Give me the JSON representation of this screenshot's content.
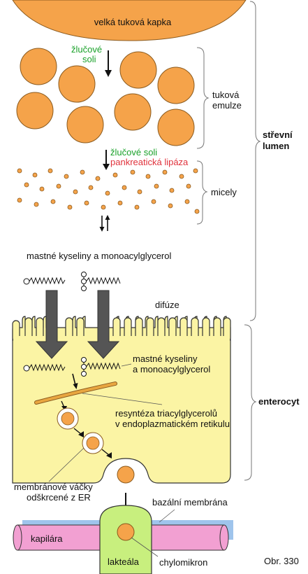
{
  "labels": {
    "big_droplet": "velká tuková kapka",
    "bile_salts_1_line1": "žlučové",
    "bile_salts_1_line2": "soli",
    "emulsion_line1": "tuková",
    "emulsion_line2": "emulze",
    "bile_salts_2": "žlučové soli",
    "pancreatic_lipase": "pankreatická lipáza",
    "micelles": "micely",
    "fatty_acids_top": "mastné kyseliny a monoacylglycerol",
    "diffusion": "difúze",
    "fatty_acids_cell_line1": "mastné kyseliny",
    "fatty_acids_cell_line2": "a monoacylglycerol",
    "resynthesis_line1": "resyntéza triacylglycerolů",
    "resynthesis_line2": "v endoplazmatickém retikulu",
    "vesicles_line1": "membránové váčky",
    "vesicles_line2": "odškrcené z ER",
    "basal_membrane": "bazální membrána",
    "capillary": "kapilára",
    "lacteal": "lakteála",
    "chylomicron": "chylomikron",
    "figure_number": "Obr. 330",
    "intestinal_lumen_line1": "střevní",
    "intestinal_lumen_line2": "lumen",
    "enterocyte": "enterocyt"
  },
  "colors": {
    "fat_orange": "#f5a34a",
    "fat_outline": "#8a5a1e",
    "cell_yellow": "#fbf4a4",
    "capillary_pink": "#f2a0d2",
    "lacteal_green": "#c8ef7e",
    "membrane_blue": "#9fc4ec",
    "er_orange": "#e8a640",
    "bile_green": "#1aa12a",
    "lipase_red": "#e0323c"
  }
}
